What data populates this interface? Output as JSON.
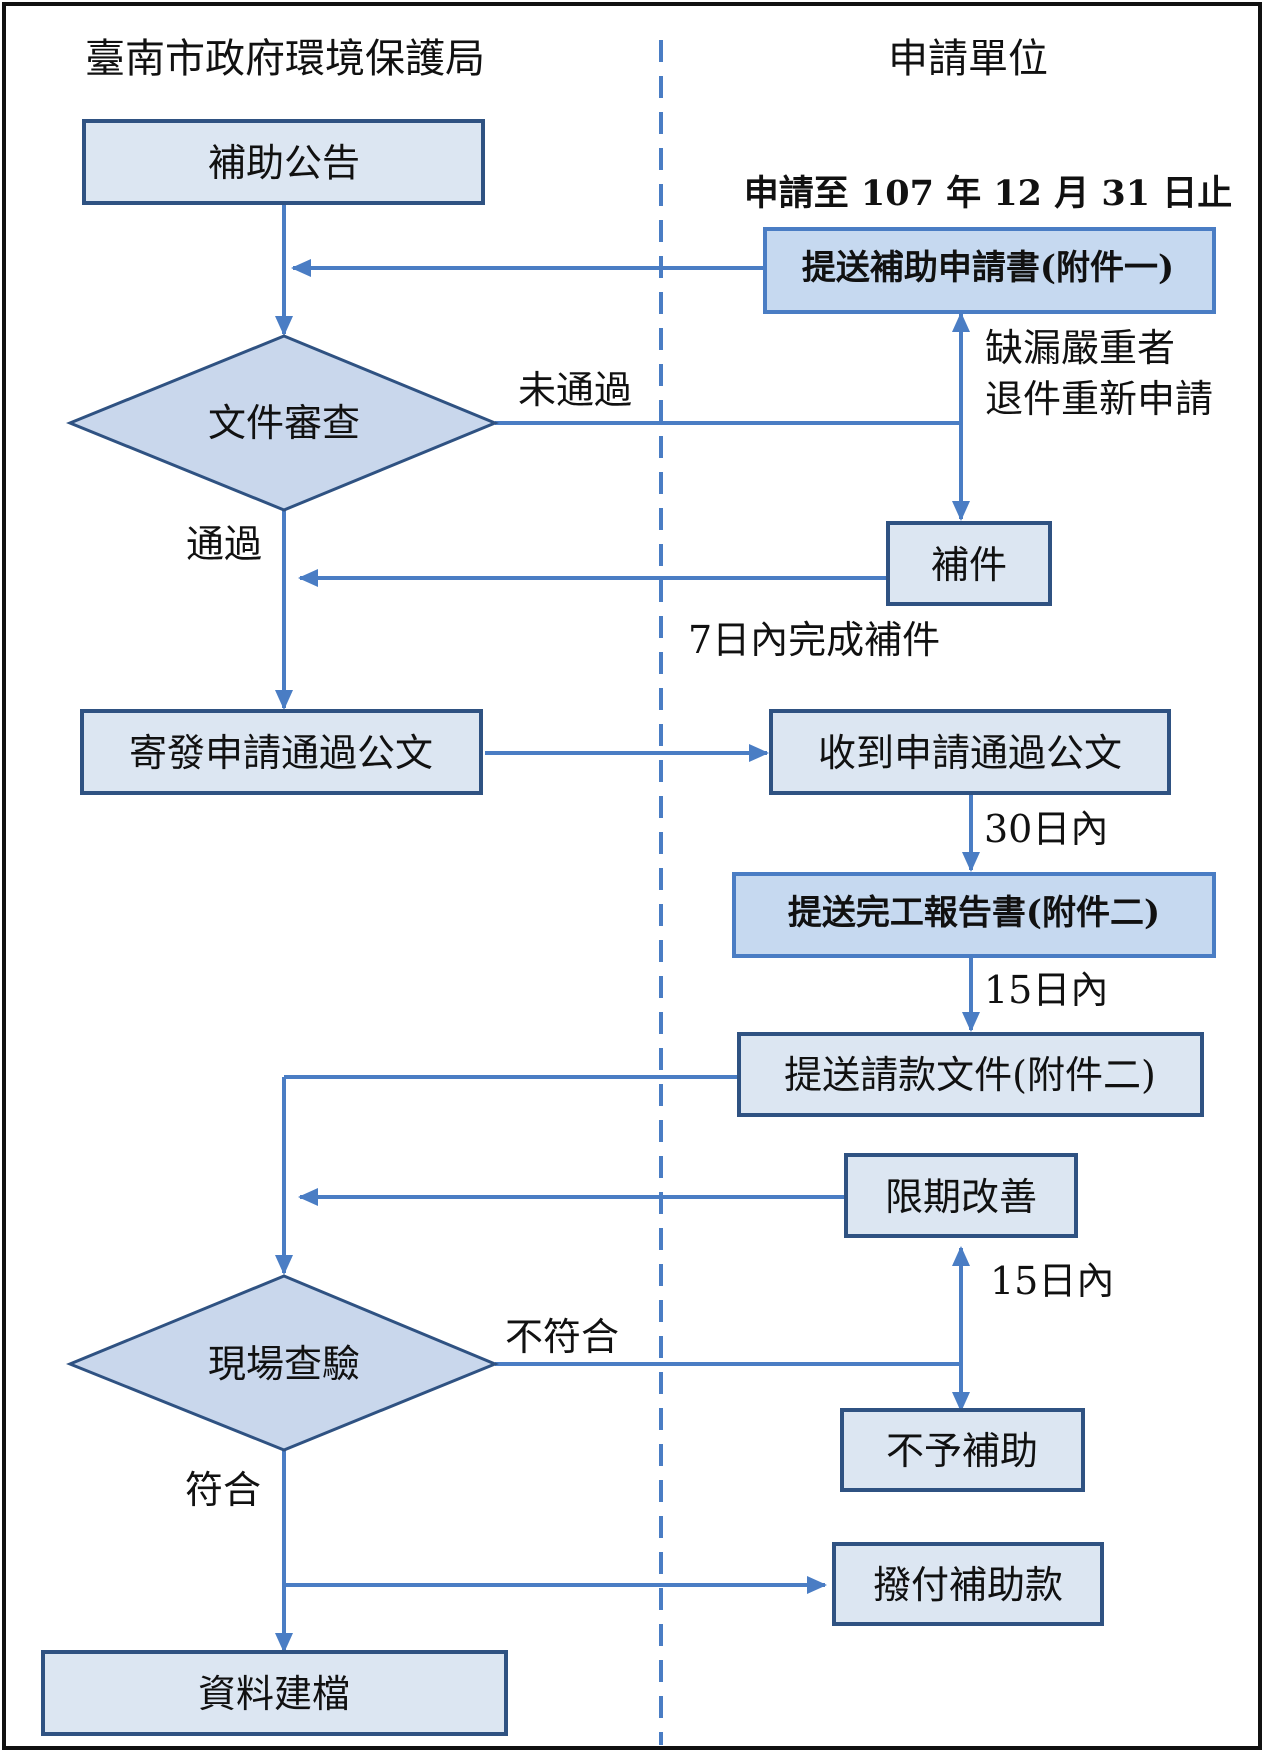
{
  "lanes": {
    "left": "臺南市政府環境保護局",
    "right": "申請單位"
  },
  "deadline": "申請至 107 年 12 月 31 日止",
  "nodes": {
    "subsidy_announcement": "補助公告",
    "submit_application": "提送補助申請書(附件一)",
    "document_review": "文件審查",
    "supplement": "補件",
    "send_approval_letter": "寄發申請通過公文",
    "receive_approval_letter": "收到申請通過公文",
    "submit_completion_report": "提送完工報告書(附件二)",
    "submit_payment_docs": "提送請款文件(附件二)",
    "improve_deadline": "限期改善",
    "site_inspection": "現場查驗",
    "no_subsidy": "不予補助",
    "pay_subsidy": "撥付補助款",
    "data_archive": "資料建檔"
  },
  "labels": {
    "review_fail": "未通過",
    "review_pass": "通過",
    "serious_missing_1": "缺漏嚴重者",
    "serious_missing_2": "退件重新申請",
    "supplement_7days": "7日內完成補件",
    "within_30": "30日內",
    "within_15_a": "15日內",
    "within_15_b": "15日內",
    "inspect_fail": "不符合",
    "inspect_pass": "符合"
  }
}
